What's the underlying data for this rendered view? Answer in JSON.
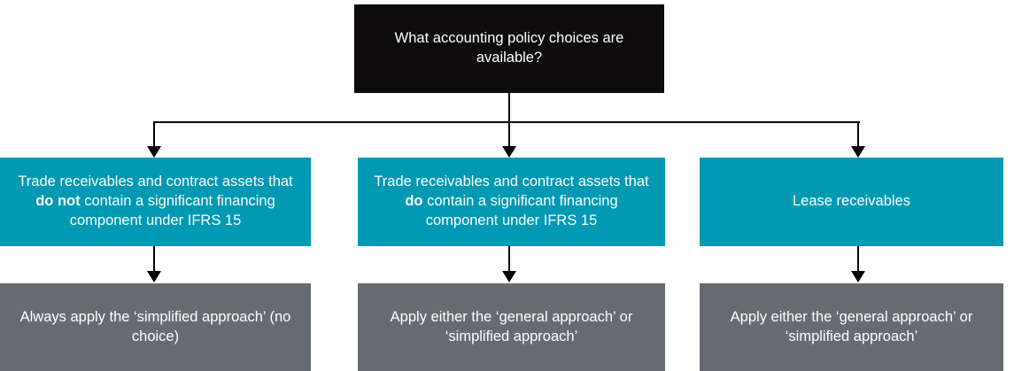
{
  "diagram": {
    "title": "What accounting policy choices are available?",
    "type": "flowchart",
    "colors": {
      "root_background": "#0d0b0b",
      "category_background": "#0099b4",
      "outcome_background": "#676b71",
      "text": "#ffffff",
      "connector": "#000000"
    },
    "root": {
      "label": "What accounting policy choices are available?"
    },
    "categories": [
      {
        "id": "no-significant-financing-component",
        "text_before_bold": "Trade receivables and contract assets that ",
        "bold": "do not",
        "text_after_bold": " contain a significant financing component under IFRS 15"
      },
      {
        "id": "with-significant-financing-component",
        "text_before_bold": "Trade receivables and contract assets that ",
        "bold": "do",
        "text_after_bold": " contain a significant financing component under IFRS 15"
      },
      {
        "id": "lease-receivables",
        "text_before_bold": "Lease receivables",
        "bold": "",
        "text_after_bold": ""
      }
    ],
    "outcomes": [
      {
        "id": "always-simplified",
        "label": "Always apply the ‘simplified approach’ (no choice)"
      },
      {
        "id": "either-general-or-simplified-1",
        "label": "Apply either the ‘general approach’ or ‘simplified approach’"
      },
      {
        "id": "either-general-or-simplified-2",
        "label": "Apply either the ‘general approach’ or ‘simplified approach’"
      }
    ]
  }
}
